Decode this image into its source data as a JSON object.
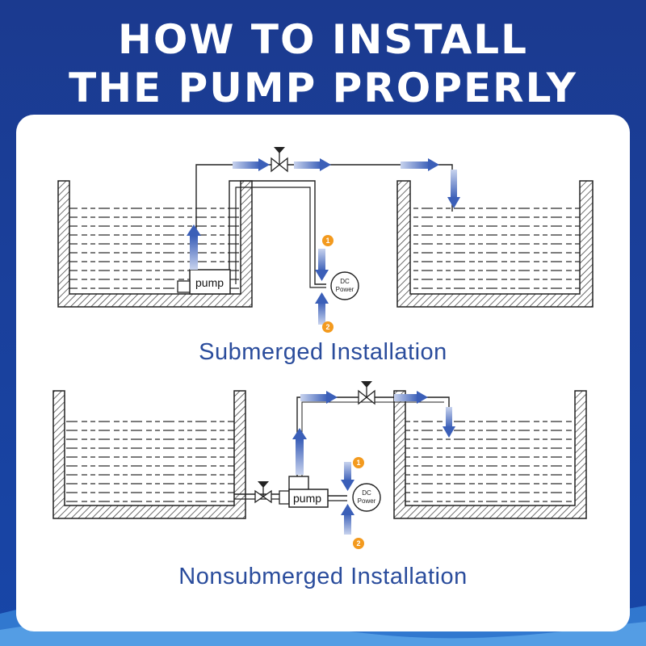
{
  "header": {
    "line1": "HOW TO INSTALL",
    "line2": "THE PUMP PROPERLY"
  },
  "submerged": {
    "caption": "Submerged Installation",
    "pump_label": "pump",
    "power_line1": "DC",
    "power_line2": "Power",
    "step1": "1",
    "step2": "2"
  },
  "nonsubmerged": {
    "caption": "Nonsubmerged Installation",
    "pump_label": "pump",
    "power_line1": "DC",
    "power_line2": "Power",
    "step1": "1",
    "step2": "2"
  },
  "colors": {
    "background": "#1b3a8f",
    "card": "#ffffff",
    "arrow": "#3b5fb8",
    "step_badge": "#f39a1e",
    "caption": "#2a4c9c"
  }
}
